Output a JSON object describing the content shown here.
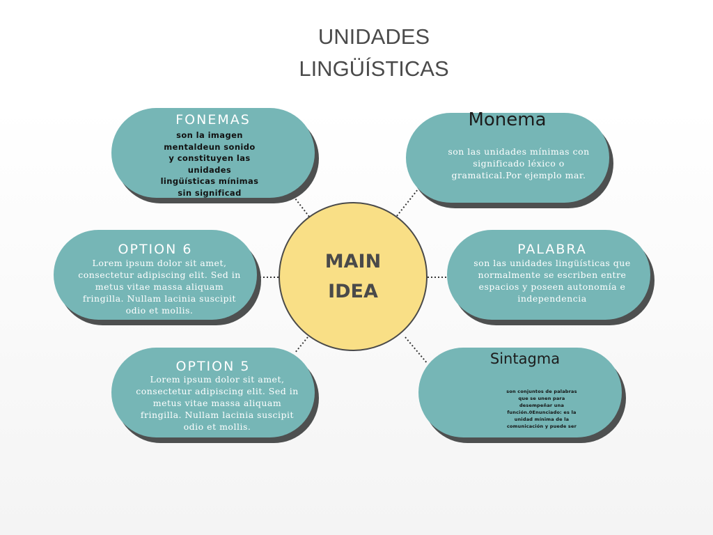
{
  "title": {
    "line1": "UNIDADES",
    "line2": "LINGÜÍSTICAS"
  },
  "main_idea": {
    "line1": "MAIN",
    "line2": "IDEA"
  },
  "colors": {
    "pill": "#76b6b6",
    "pill_shadow": "#4e5050",
    "main_circle": "#f9df86",
    "title_text": "#4a4a4a"
  },
  "nodes": {
    "fonemas": {
      "title": "FONEMAS",
      "body": "son la imagen mentaldeun sonido y constituyen las unidades lingüísticas mínimas sin significad"
    },
    "monema": {
      "title": "Monema",
      "body": "son las unidades mínimas con significado léxico o gramatical.Por ejemplo mar."
    },
    "option6": {
      "title": "OPTION 6",
      "body": "Lorem ipsum dolor sit amet, consectetur adipiscing elit. Sed in metus vitae massa aliquam fringilla. Nullam lacinia suscipit odio et mollis."
    },
    "palabra": {
      "title": "PALABRA",
      "body": "son las unidades lingüísticas que normalmente se escriben entre espacios y poseen autonomía e independencia"
    },
    "option5": {
      "title": "OPTION 5",
      "body": "Lorem ipsum dolor sit amet, consectetur adipiscing elit. Sed in metus vitae massa aliquam fringilla. Nullam lacinia suscipit odio et mollis."
    },
    "sintagma": {
      "title": "Sintagma",
      "body": "son conjuntos de palabras que se unen para desempeñar una función.0Enunciado: es la unidad mínima de la comunicación y puede ser"
    }
  }
}
